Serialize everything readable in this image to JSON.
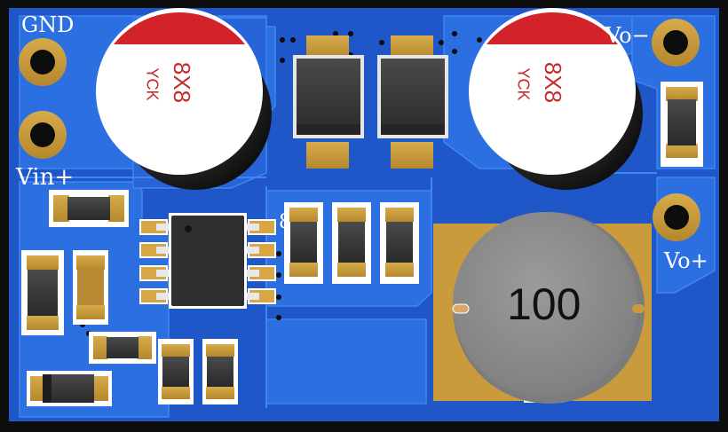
{
  "pcb": {
    "colors": {
      "frame": "#0d0d0d",
      "board_base": "#1f56c8",
      "copper_pour": "#2b6fe0",
      "pad_gold": "#c99b3c",
      "component_body": "#3a3a3a",
      "silkscreen": "#ffffff",
      "cap_top": "#ffffff",
      "cap_band": "#d2232a",
      "inductor_body": "#8d8d8d"
    },
    "labels": {
      "gnd": "GND",
      "vin_plus": "Vin+",
      "vo_minus": "Vo−",
      "vo_plus": "Vo+",
      "ic_pin_mark": "8"
    },
    "capacitor_left": {
      "rating": "8X8",
      "brand": "YCK"
    },
    "capacitor_right": {
      "rating": "8X8",
      "brand": "YCK"
    },
    "inductor": {
      "value": "100"
    }
  }
}
